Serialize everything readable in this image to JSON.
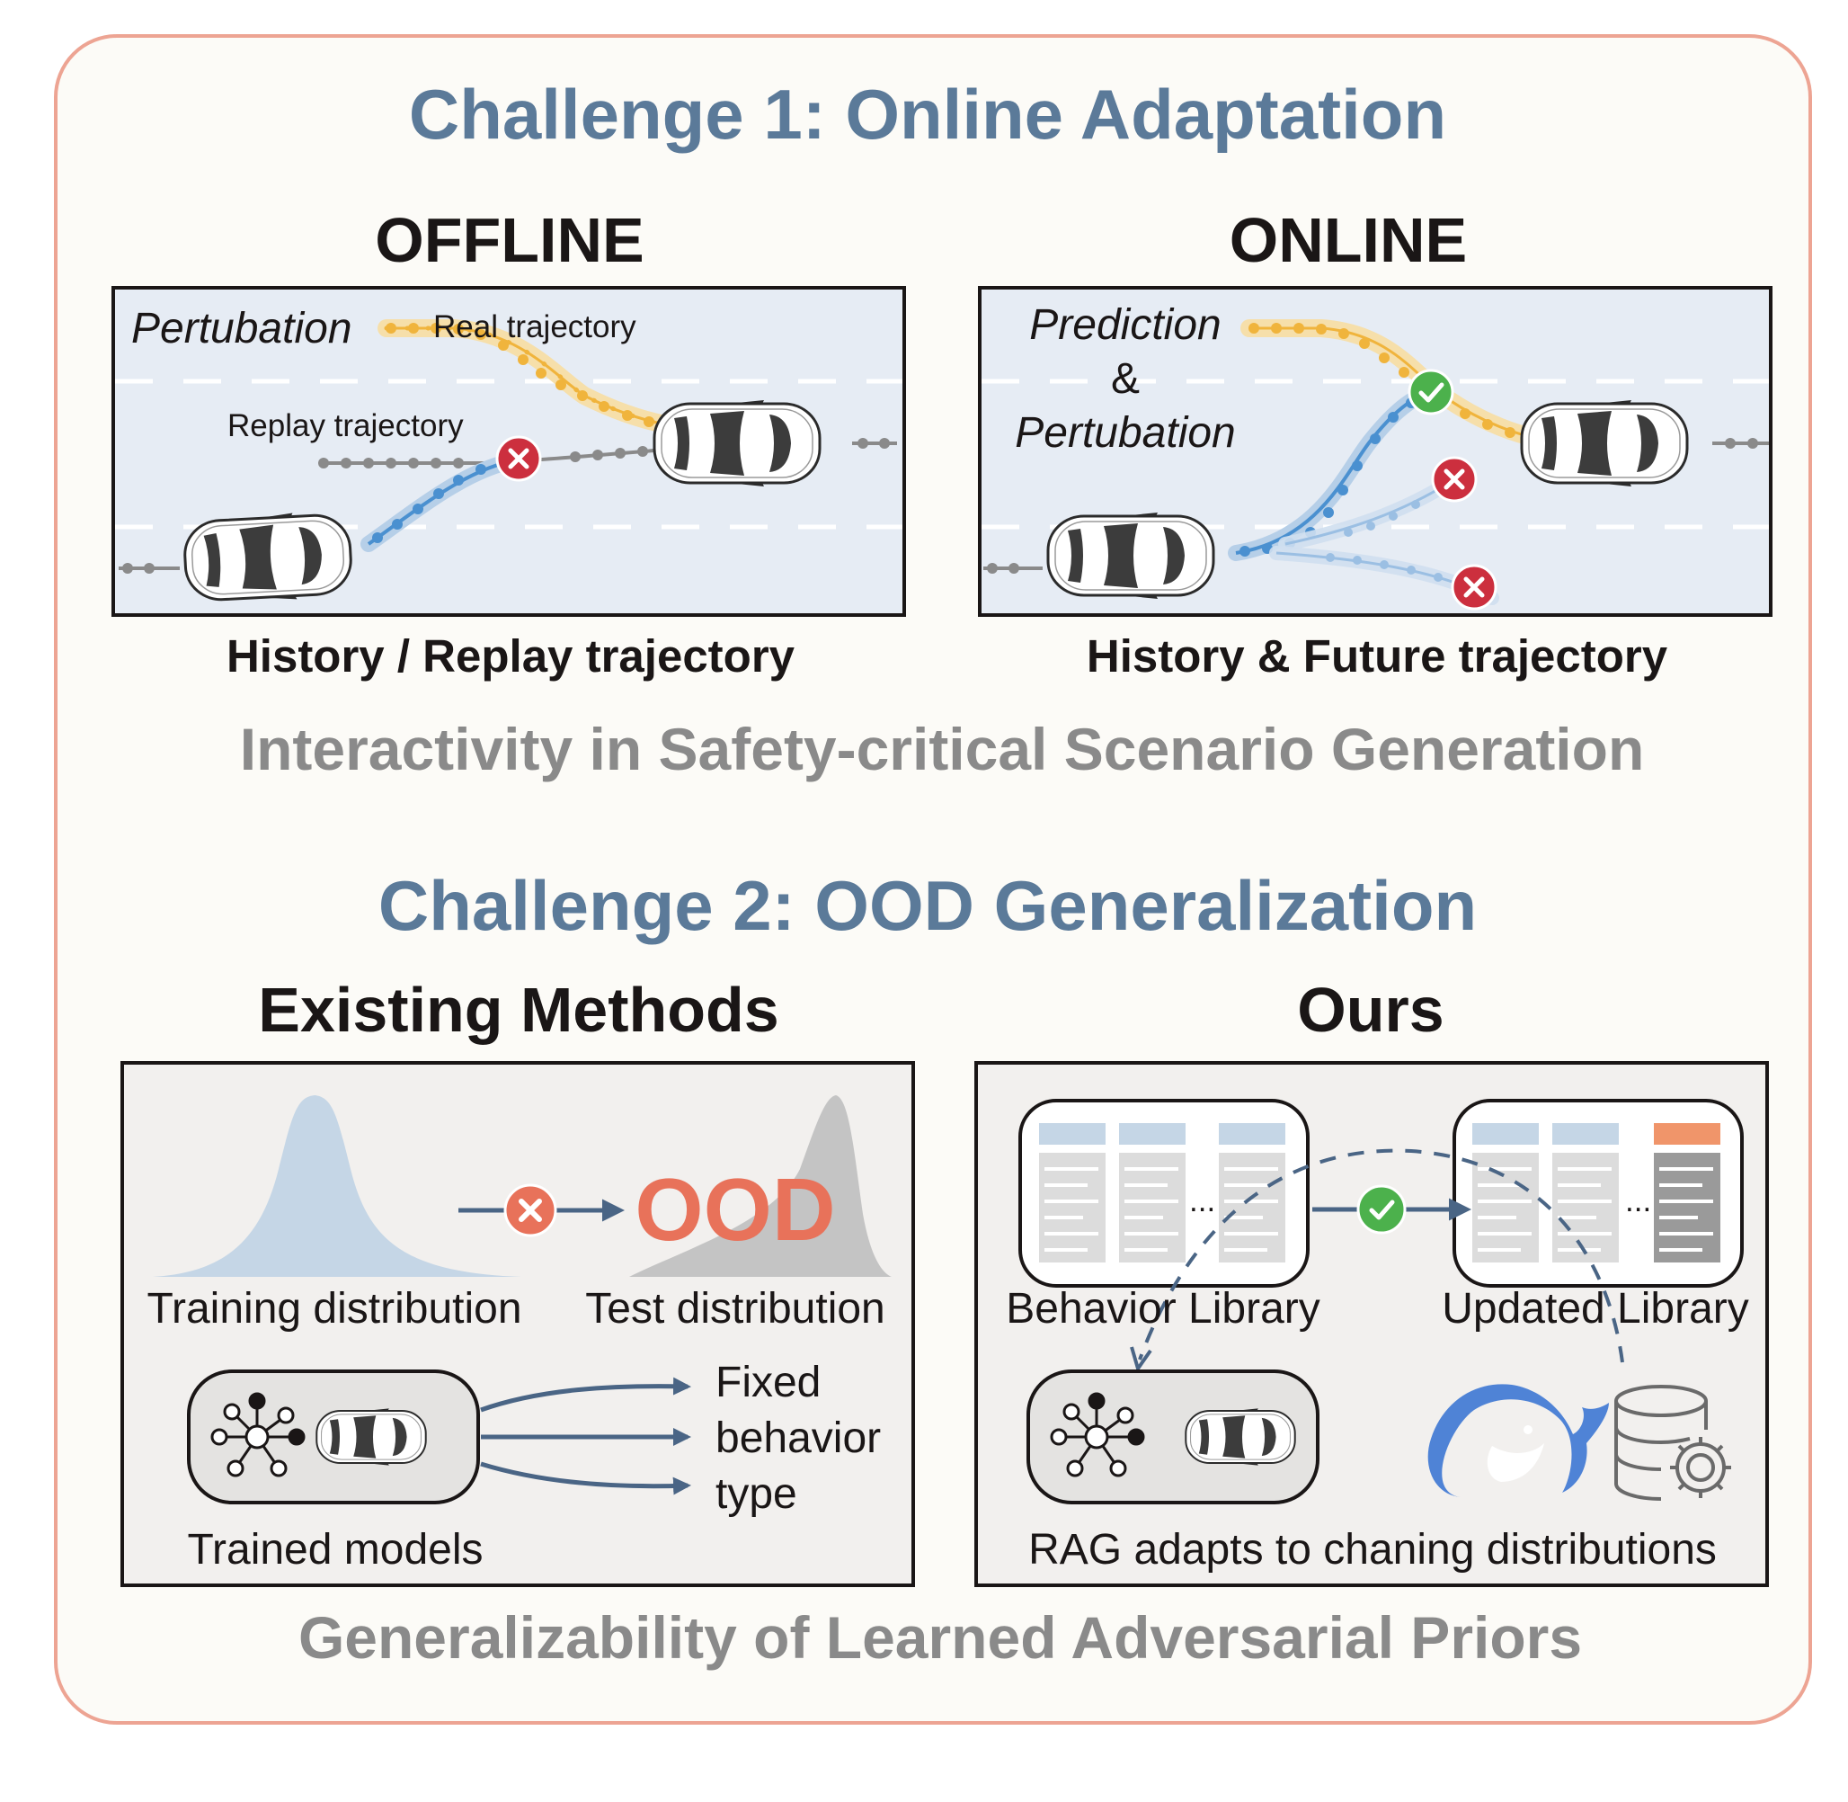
{
  "challenge1": {
    "title": "Challenge 1: Online Adaptation",
    "offline": {
      "heading": "OFFLINE",
      "perturbation": "Pertubation",
      "real_trajectory": "Real trajectory",
      "replay_trajectory": "Replay trajectory",
      "caption": "History / Replay trajectory"
    },
    "online": {
      "heading": "ONLINE",
      "prediction": "Prediction",
      "ampersand": "&",
      "perturbation": "Pertubation",
      "caption": "History & Future trajectory"
    },
    "summary": "Interactivity in Safety-critical Scenario Generation"
  },
  "challenge2": {
    "title": "Challenge 2: OOD Generalization",
    "existing": {
      "heading": "Existing Methods",
      "ood_label": "OOD",
      "training_distribution": "Training distribution",
      "test_distribution": "Test distribution",
      "fixed": "Fixed",
      "behavior": "behavior",
      "type": "type",
      "trained_models": "Trained models"
    },
    "ours": {
      "heading": "Ours",
      "ellipsis": "...",
      "behavior_library": "Behavior Library",
      "updated_library": "Updated Library",
      "rag_caption": "RAG adapts to chaning distributions"
    },
    "summary": "Generalizability of Learned Adversarial Priors"
  },
  "colors": {
    "challenge_title": "#5b7a99",
    "panel_border": "#eda493",
    "real_trajectory": "#f0b43c",
    "replay_trajectory": "#8a8a8a",
    "adversarial_trajectory": "#4a90d0",
    "fail_marker": "#cc2f3e",
    "success_marker": "#4cb14c",
    "ood": "#e8725a",
    "training_curve": "#c5d6e6",
    "test_curve": "#c4c4c4"
  }
}
